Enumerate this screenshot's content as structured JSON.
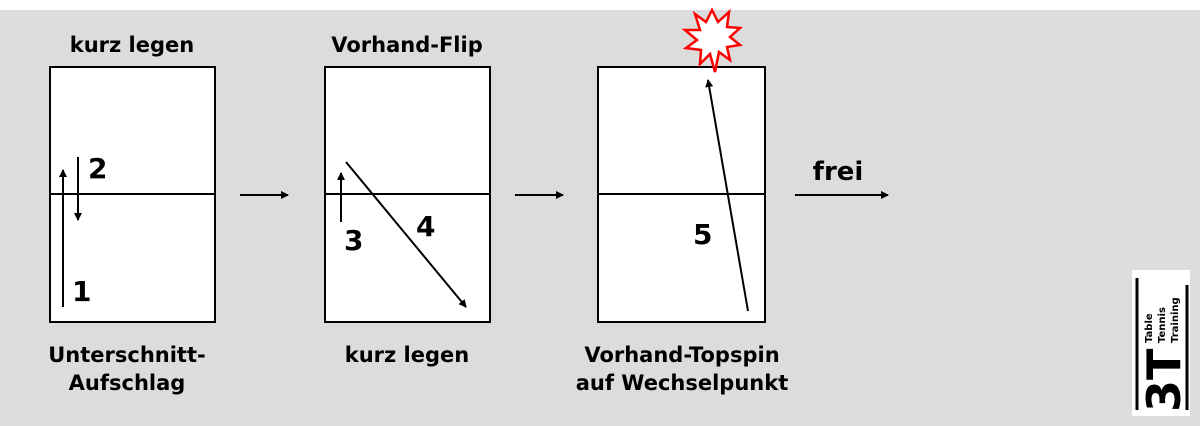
{
  "steps": [
    {
      "top_label": "kurz legen",
      "bottom_label_1": "Unterschnitt-",
      "bottom_label_2": "Aufschlag",
      "numbers": [
        "1",
        "2"
      ]
    },
    {
      "top_label": "Vorhand-Flip",
      "bottom_label_1": "kurz legen",
      "numbers": [
        "3",
        "4"
      ]
    },
    {
      "bottom_label_1": "Vorhand-Topspin",
      "bottom_label_2": "auf Wechselpunkt",
      "numbers": [
        "5"
      ]
    }
  ],
  "free_label": "frei",
  "logo": {
    "big": "3T",
    "line1": "Table",
    "line2": "Tennis",
    "line3": "Training"
  },
  "colors": {
    "background": "#dcdcdc",
    "table": "#ffffff",
    "impact": "#ff0000"
  }
}
